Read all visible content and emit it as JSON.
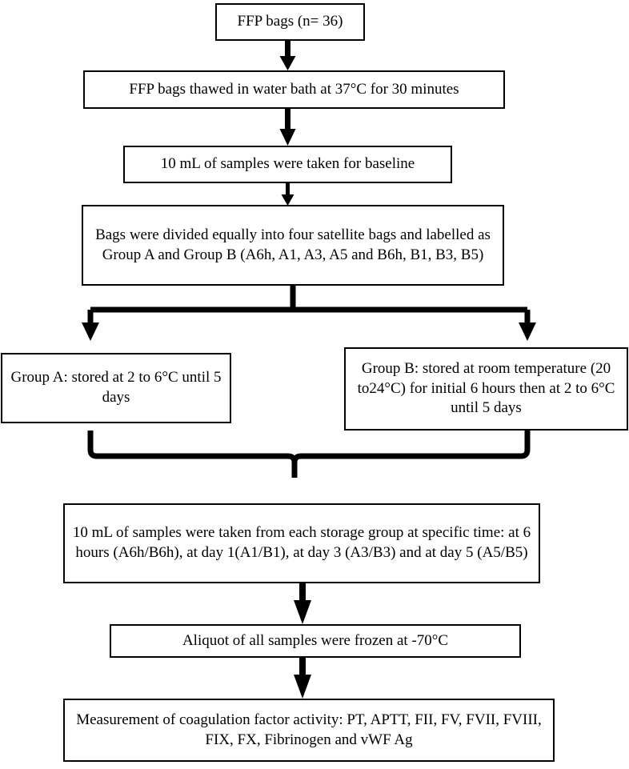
{
  "diagram": {
    "title": "FFP bag study workflow flowchart",
    "line_color": "#000000",
    "box_border_color": "#000000",
    "background_color": "#ffffff",
    "nodes": {
      "ffp_bags": "FFP bags (n= 36)",
      "thawed": "FFP bags thawed in water bath at 37°C for 30 minutes",
      "baseline": "10 mL of samples were taken for baseline",
      "divided": "Bags were divided equally into four satellite bags and labelled as Group A and Group B (A6h, A1, A3, A5 and B6h, B1, B3, B5)",
      "group_a": "Group A: stored at 2 to 6°C until 5 days",
      "group_b": "Group B: stored at room temperature (20 to24°C) for initial 6 hours then at 2 to 6°C until 5 days",
      "timepoints": "10 mL of samples were taken from each storage group at specific time: at 6 hours (A6h/B6h), at day 1(A1/B1), at day 3 (A3/B3) and at day 5 (A5/B5)",
      "aliquot": "Aliquot of all samples were frozen at -70°C",
      "measurement": "Measurement of coagulation factor activity: PT, APTT, FII, FV, FVII, FVIII, FIX, FX, Fibrinogen and vWF Ag"
    },
    "connectors": [
      {
        "name": "arrow-ffp-to-thawed",
        "type": "arrow-down"
      },
      {
        "name": "arrow-thawed-to-baseline",
        "type": "arrow-down"
      },
      {
        "name": "arrow-baseline-to-divided",
        "type": "arrow-down"
      },
      {
        "name": "split-divided-to-groups",
        "type": "split-fork-down"
      },
      {
        "name": "merge-groups-to-timepoints",
        "type": "merge-brace-down"
      },
      {
        "name": "arrow-timepoints-to-aliquot",
        "type": "arrow-down"
      },
      {
        "name": "arrow-aliquot-to-measurement",
        "type": "arrow-down"
      }
    ]
  }
}
